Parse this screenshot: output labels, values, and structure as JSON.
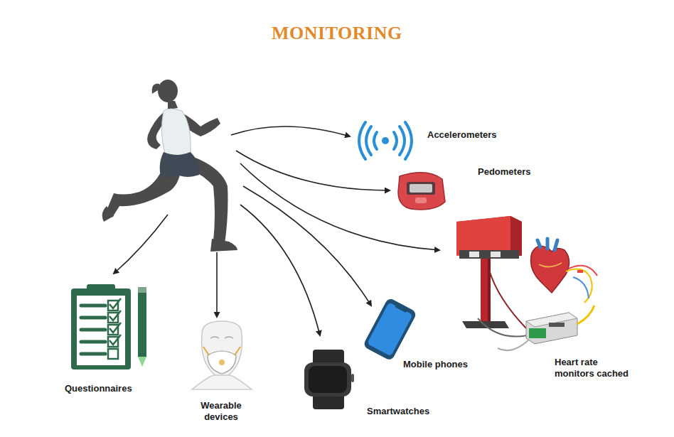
{
  "diagram": {
    "title": "MONITORING",
    "labels": [
      "Accelerometers",
      "Pedometers",
      "Heart rate monitors cached",
      "Mobile phones",
      "Smartwatches",
      "Wearable devices",
      "Questionnaires"
    ]
  }
}
